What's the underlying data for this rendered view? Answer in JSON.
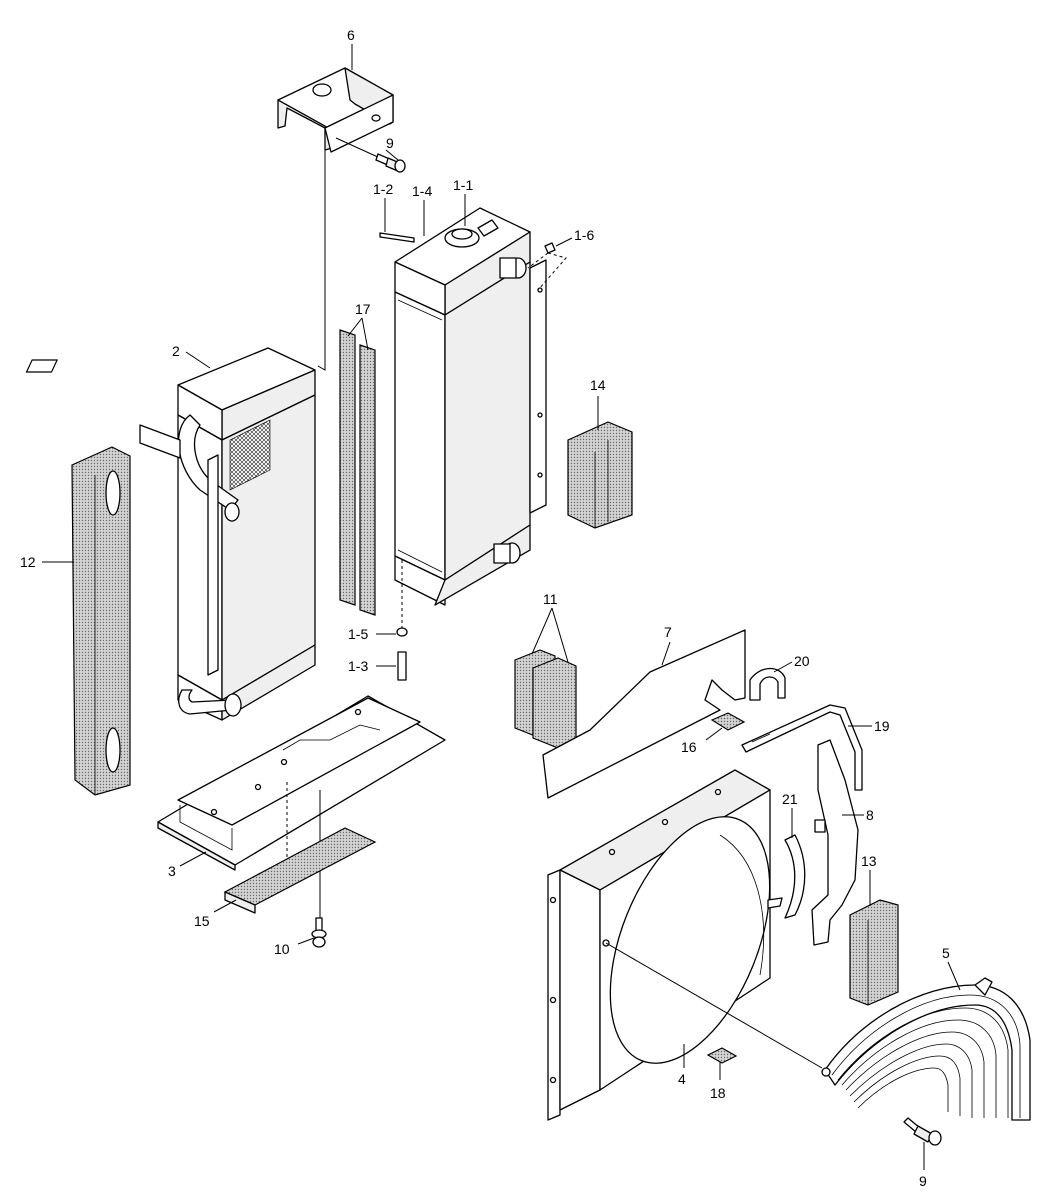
{
  "callouts": {
    "c6": "6",
    "c9a": "9",
    "c1_2": "1-2",
    "c1_4": "1-4",
    "c1_1": "1-1",
    "c1_6": "1-6",
    "c2": "2",
    "c17": "17",
    "c14": "14",
    "c12": "12",
    "c11": "11",
    "c7": "7",
    "c20": "20",
    "c1_5": "1-5",
    "c1_3": "1-3",
    "c16": "16",
    "c19": "19",
    "c8": "8",
    "c21": "21",
    "c13": "13",
    "c3": "3",
    "c15": "15",
    "c10": "10",
    "c5": "5",
    "c4": "4",
    "c18": "18",
    "c9b": "9"
  }
}
